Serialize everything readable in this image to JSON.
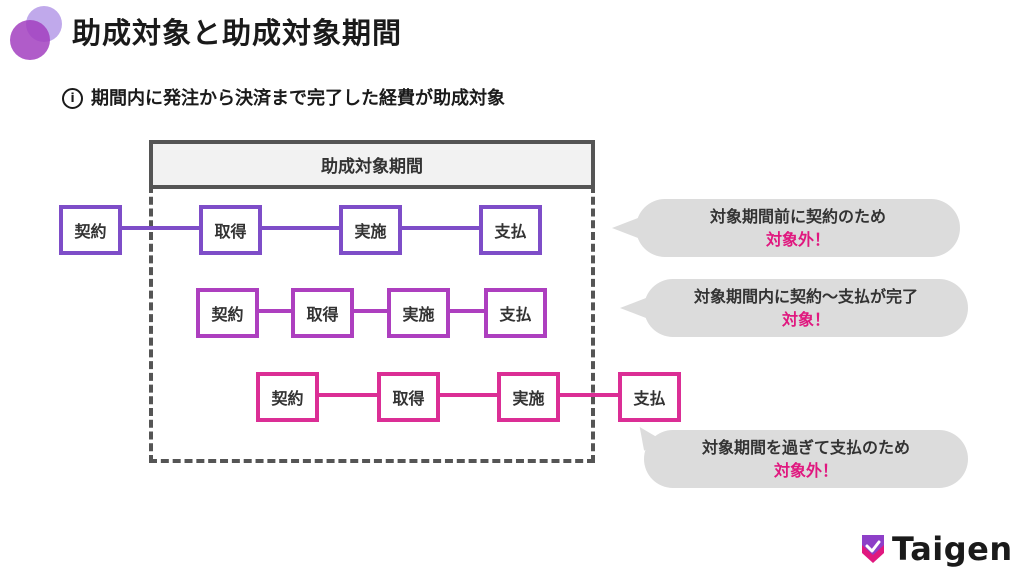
{
  "header": {
    "title": "助成対象と助成対象期間"
  },
  "note": {
    "icon": "info-circle-icon",
    "text": "期間内に発注から決済まで完了した経費が助成対象"
  },
  "period": {
    "label": "助成対象期間"
  },
  "rows": [
    {
      "color": "#7e4dc8",
      "steps": [
        "契約",
        "取得",
        "実施",
        "支払"
      ]
    },
    {
      "color": "#ad3fbf",
      "steps": [
        "契約",
        "取得",
        "実施",
        "支払"
      ]
    },
    {
      "color": "#db2e95",
      "steps": [
        "契約",
        "取得",
        "実施",
        "支払"
      ]
    }
  ],
  "bubbles": [
    {
      "line1": "対象期間前に契約のため",
      "line2": "対象外！"
    },
    {
      "line1": "対象期間内に契約〜支払が完了",
      "line2": "対象！"
    },
    {
      "line1": "対象期間を過ぎて支払のため",
      "line2": "対象外！"
    }
  ],
  "accent_color": "#e0187f",
  "brand": {
    "name": "Taigen",
    "icon": "shield-check-icon"
  }
}
